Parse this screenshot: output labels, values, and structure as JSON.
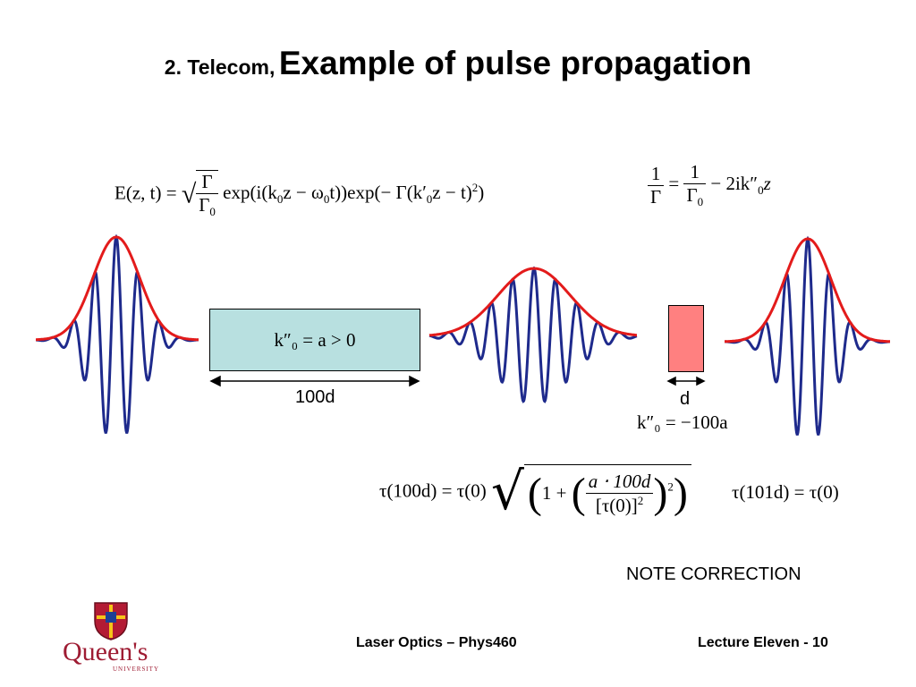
{
  "title": {
    "prefix": "2. Telecom,",
    "main": "Example of pulse propagation"
  },
  "equations": {
    "field": {
      "lhs": "E(z, t) =",
      "ratio_num": "Γ",
      "ratio_den": "Γ",
      "exp1": "exp(i(k",
      "exp1_mid": "z − ω",
      "exp1_end": "t))exp(− Γ(k′",
      "exp2_mid": "z − t)",
      "exp2_close": ")",
      "zero": "0",
      "square": "2"
    },
    "gamma_relation": {
      "left_num": "1",
      "left_den": "Γ",
      "eq": "=",
      "right_num": "1",
      "right_den": "Γ",
      "tail": "− 2ik″",
      "tail_z": "z",
      "zero": "0"
    },
    "box_k": "k″₀ = a > 0",
    "d_k": "k″₀ = −100a",
    "tau_100d": {
      "lhs": "τ(100d) = τ(0)",
      "one_plus": "1 +",
      "num": "a ⋅ 100d",
      "den": "[τ(0)]",
      "den_sq": "2",
      "outer_sq": "2"
    },
    "tau_101d": "τ(101d) = τ(0)"
  },
  "labels": {
    "length_100d": "100d",
    "length_d": "d",
    "note": "NOTE CORRECTION"
  },
  "footer": {
    "center": "Laser Optics – Phys460",
    "right": "Lecture Eleven - 10",
    "logo_word": "Queen's",
    "logo_sub": "UNIVERSITY"
  },
  "pulses": [
    {
      "name": "input",
      "width_factor": 1.0,
      "amplitude": 1.0
    },
    {
      "name": "after-fiber",
      "width_factor": 1.55,
      "amplitude": 0.66
    },
    {
      "name": "recompressed",
      "width_factor": 1.0,
      "amplitude": 1.0
    }
  ],
  "colors": {
    "envelope": "#e31b1b",
    "carrier": "#1e2a8c",
    "fiber_box": "#b8e0e0",
    "compensator_box": "#ff8080"
  }
}
